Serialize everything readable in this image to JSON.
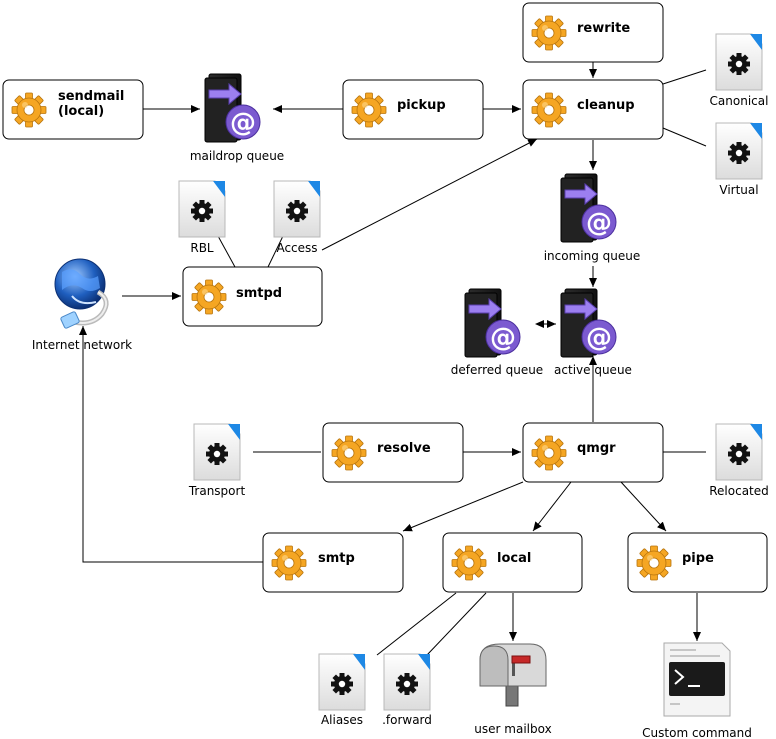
{
  "processes": {
    "sendmail": {
      "line1": "sendmail",
      "line2": "(local)"
    },
    "pickup": "pickup",
    "rewrite": "rewrite",
    "cleanup": "cleanup",
    "smtpd": "smtpd",
    "resolve": "resolve",
    "qmgr": "qmgr",
    "smtp": "smtp",
    "local": "local",
    "pipe": "pipe"
  },
  "queues": {
    "maildrop": "maildrop queue",
    "incoming": "incoming queue",
    "deferred": "deferred queue",
    "active": "active queue"
  },
  "tables": {
    "canonical": "Canonical",
    "virtual": "Virtual",
    "rbl": "RBL",
    "access": "Access",
    "transport": "Transport",
    "relocated": "Relocated",
    "aliases": "Aliases",
    "forward": ".forward"
  },
  "endpoints": {
    "internet": "Internet network",
    "mailbox": "user mailbox",
    "command": "Custom command"
  },
  "colors": {
    "gear_orange": "#f5a623",
    "queue_purple": "#8e6bd8",
    "table_blue": "#1e88e5",
    "mailbox_red": "#c62828"
  }
}
